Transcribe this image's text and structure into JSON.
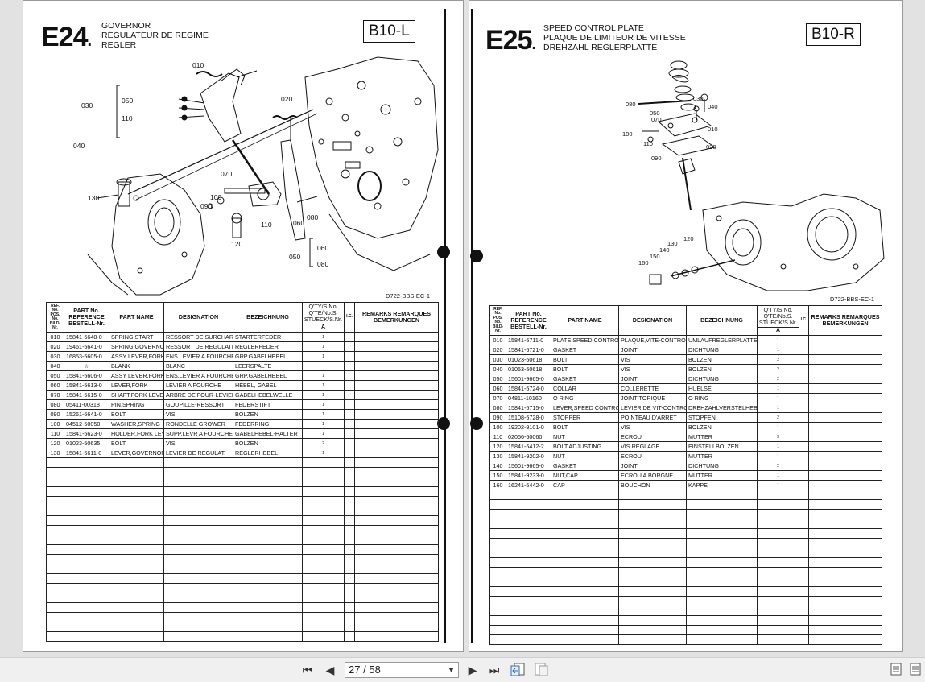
{
  "left": {
    "code": "E24",
    "titles": [
      "GOVERNOR",
      "RÉGULATEUR DE RÉGIME",
      "REGLER"
    ],
    "section": "B10-L",
    "ref": "D722-BBS-EC-1",
    "headers": {
      "no": "REF. No. POS. No. BILD-Nr.",
      "partno": "PART No. REFERENCE BESTELL-Nr.",
      "name": "PART NAME",
      "designation": "DESIGNATION",
      "bezeichnung": "BEZEICHNUNG",
      "qty": "Q'TY/S.No. Q'TE/No.S. STUECK/S.Nr.",
      "qty_sub": "A",
      "ic": "I.C.",
      "remarks": "REMARKS REMARQUES BEMERKUNGEN"
    },
    "rows": [
      [
        "010",
        "15841-5648-0",
        "SPRING,START",
        "RESSORT DE SURCHARGE",
        "STARTERFEDER",
        "1"
      ],
      [
        "020",
        "19461-5641-0",
        "SPRING,GOVERNOR",
        "RESSORT DE REGULATEU",
        "REGLERFEDER",
        "1"
      ],
      [
        "030",
        "16853-5605-0",
        "ASSY LEVER,FORK",
        "ENS.LEVIER A FOURCHE",
        "GRP.GABELHEBEL",
        "1"
      ],
      [
        "040",
        "☆",
        "BLANK",
        "BLANC",
        "LEERSPALTE",
        "—"
      ],
      [
        "050",
        "15841-5606-0",
        "ASSY LEVER,FORK",
        "ENS.LEVIER A FOURCHE",
        "GRP.GABELHEBEL",
        "1"
      ],
      [
        "060",
        "15841-5613-0",
        "LEVER,FORK",
        "LEVIER A FOURCHE",
        "HEBEL, GABEL",
        "1"
      ],
      [
        "070",
        "15841-5615-0",
        "SHAFT,FORK LEVER",
        "ARBRE DE FOUR-LEVIER",
        "GABELHEBELWELLE",
        "1"
      ],
      [
        "080",
        "05411-00318",
        "PIN,SPRING",
        "GOUPILLE-RESSORT",
        "FEDERSTIFT",
        "1"
      ],
      [
        "090",
        "15261-6641-0",
        "BOLT",
        "VIS",
        "BOLZEN",
        "1"
      ],
      [
        "100",
        "04512-50050",
        "WASHER,SPRING",
        "RONDELLE GROWER",
        "FEDERRING",
        "1"
      ],
      [
        "110",
        "15841-5623-0",
        "HOLDER,FORK LEVER",
        "SUPP.LEVR A FOURCHE",
        "GABELHEBEL-HALTER",
        "1"
      ],
      [
        "120",
        "01023-50635",
        "BOLT",
        "VIS",
        "BOLZEN",
        "2"
      ],
      [
        "130",
        "15841-5611-0",
        "LEVER,GOVERNOR",
        "LEVIER DE REGULAT.",
        "REGLERHEBEL",
        "1"
      ]
    ],
    "labels": {
      "010": "010",
      "020": "020",
      "030": "030",
      "050": "050",
      "110a": "110",
      "040": "040",
      "070": "070",
      "100": "100",
      "090": "090",
      "060": "060",
      "080": "080",
      "110": "110",
      "120": "120",
      "130": "130",
      "050b": "050",
      "060b": "060",
      "080b": "080"
    }
  },
  "right": {
    "code": "E25",
    "titles": [
      "SPEED CONTROL PLATE",
      "PLAQUE DE LIMITEUR DE VITESSE",
      "DREHZAHL REGLERPLATTE"
    ],
    "section": "B10-R",
    "ref": "D722-BBS-EC-1",
    "headers": {
      "no": "REF. No. POS. No. BILD-Nr.",
      "partno": "PART No. REFERENCE BESTELL-Nr.",
      "name": "PART NAME",
      "designation": "DESIGNATION",
      "bezeichnung": "BEZEICHNUNG",
      "qty": "Q'TY/S.No. Q'TE/No.S. STUECK/S.Nr.",
      "qty_sub": "A",
      "ic": "I.C.",
      "remarks": "REMARKS REMARQUES BEMERKUNGEN"
    },
    "rows": [
      [
        "010",
        "15841-5711-0",
        "PLATE,SPEED CONTROL",
        "PLAQUE,VITE-CONTROLE",
        "UMLAUFREGLERPLATTE",
        "1"
      ],
      [
        "020",
        "15841-5721-0",
        "GASKET",
        "JOINT",
        "DICHTUNG",
        "1"
      ],
      [
        "030",
        "01023-50618",
        "BOLT",
        "VIS",
        "BOLZEN",
        "2"
      ],
      [
        "040",
        "01053-50618",
        "BOLT",
        "VIS",
        "BOLZEN",
        "2"
      ],
      [
        "050",
        "15601-9665-0",
        "GASKET",
        "JOINT",
        "DICHTUNG",
        "2"
      ],
      [
        "060",
        "15841-5724-0",
        "COLLAR",
        "COLLERETTE",
        "HUELSE",
        "1"
      ],
      [
        "070",
        "04811-10160",
        "O RING",
        "JOINT TORIQUE",
        "O RING",
        "1"
      ],
      [
        "080",
        "15841-5715-0",
        "LEVER,SPEED CONTROL",
        "LEVIER DE VIT-CONTRO",
        "DREHZAHLVERSTELHEBEL",
        "1"
      ],
      [
        "090",
        "15108-5728-0",
        "STOPPER",
        "POINTEAU D'ARRET",
        "STOPFEN",
        "2"
      ],
      [
        "100",
        "19202-9101-0",
        "BOLT",
        "VIS",
        "BOLZEN",
        "1"
      ],
      [
        "110",
        "02056-50060",
        "NUT",
        "ECROU",
        "MUTTER",
        "3"
      ],
      [
        "120",
        "15841-5412-2",
        "BOLT,ADJUSTING",
        "VIS REGLAGE",
        "EINSTELLBOLZEN",
        "1"
      ],
      [
        "130",
        "15841-9202-0",
        "NUT",
        "ECROU",
        "MUTTER",
        "1"
      ],
      [
        "140",
        "15601-9665-0",
        "GASKET",
        "JOINT",
        "DICHTUNG",
        "2"
      ],
      [
        "150",
        "15841-9233-0",
        "NUT,CAP",
        "ECROU A BORGNE",
        "MUTTER",
        "1"
      ],
      [
        "160",
        "16241-5442-0",
        "CAP",
        "BOUCHON",
        "KAPPE",
        "1"
      ]
    ],
    "labels": {
      "030": "030",
      "040": "040",
      "010": "010",
      "080": "080",
      "050": "050",
      "070": "070",
      "100": "100",
      "110": "110",
      "090": "090",
      "020": "020",
      "160": "160",
      "150": "150",
      "140": "140",
      "130": "130",
      "120": "120"
    }
  },
  "viewer": {
    "current_page": "27",
    "separator": "/",
    "total_pages": "58"
  },
  "icons": {
    "first": "first-page-icon",
    "prev": "previous-page-icon",
    "next": "next-page-icon",
    "last": "last-page-icon",
    "prev_view": "previous-view-icon",
    "next_view": "next-view-icon",
    "single": "single-page-icon",
    "continuous": "continuous-page-icon"
  }
}
